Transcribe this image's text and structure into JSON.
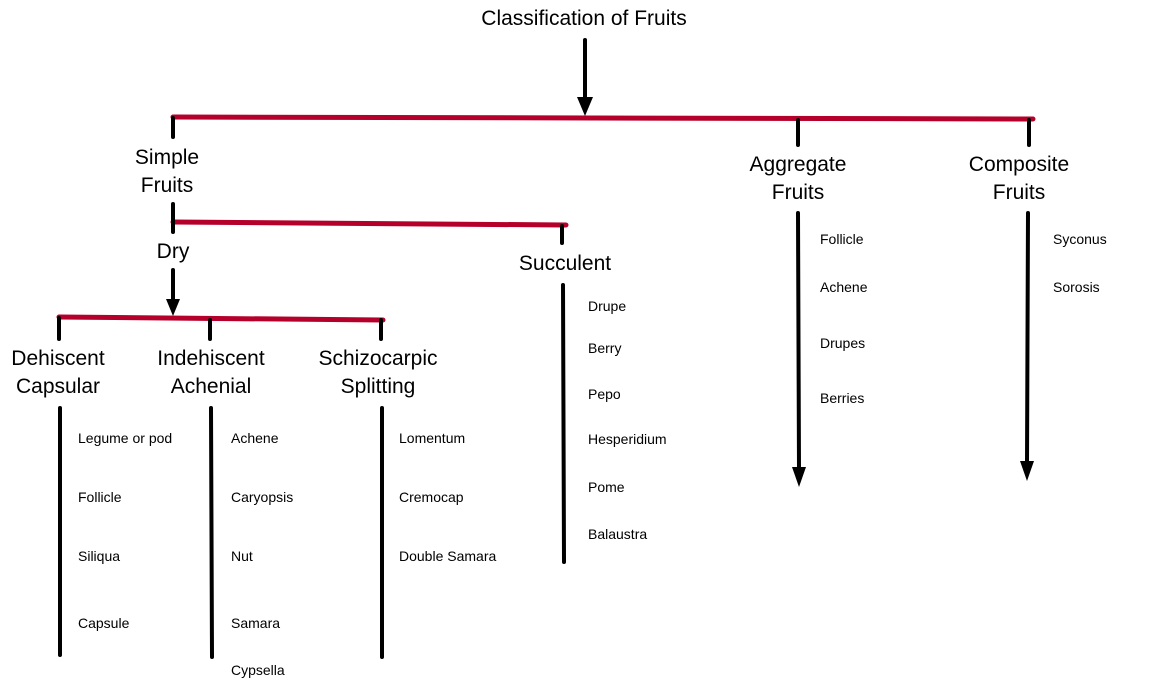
{
  "title": "Classification of Fruits",
  "colors": {
    "branch": "#b5002b",
    "connector": "#000000",
    "background": "#ffffff"
  },
  "nodes": {
    "simple": {
      "line1": "Simple",
      "line2": "Fruits"
    },
    "aggregate": {
      "line1": "Aggregate",
      "line2": "Fruits"
    },
    "composite": {
      "line1": "Composite",
      "line2": "Fruits"
    },
    "dry": "Dry",
    "succulent": "Succulent",
    "dehiscent": {
      "line1": "Dehiscent",
      "line2": "Capsular"
    },
    "indehiscent": {
      "line1": "Indehiscent",
      "line2": "Achenial"
    },
    "schizocarpic": {
      "line1": "Schizocarpic",
      "line2": "Splitting"
    }
  },
  "leaves": {
    "dehiscent": [
      "Legume or pod",
      "Follicle",
      "Siliqua",
      "Capsule"
    ],
    "indehiscent": [
      "Achene",
      "Caryopsis",
      "Nut",
      "Samara",
      "Cypsella"
    ],
    "schizocarpic": [
      "Lomentum",
      "Cremocap",
      "Double Samara"
    ],
    "succulent": [
      "Drupe",
      "Berry",
      "Pepo",
      "Hesperidium",
      "Pome",
      "Balaustra"
    ],
    "aggregate": [
      "Follicle",
      "Achene",
      "Drupes",
      "Berries"
    ],
    "composite": [
      "Syconus",
      "Sorosis"
    ]
  }
}
